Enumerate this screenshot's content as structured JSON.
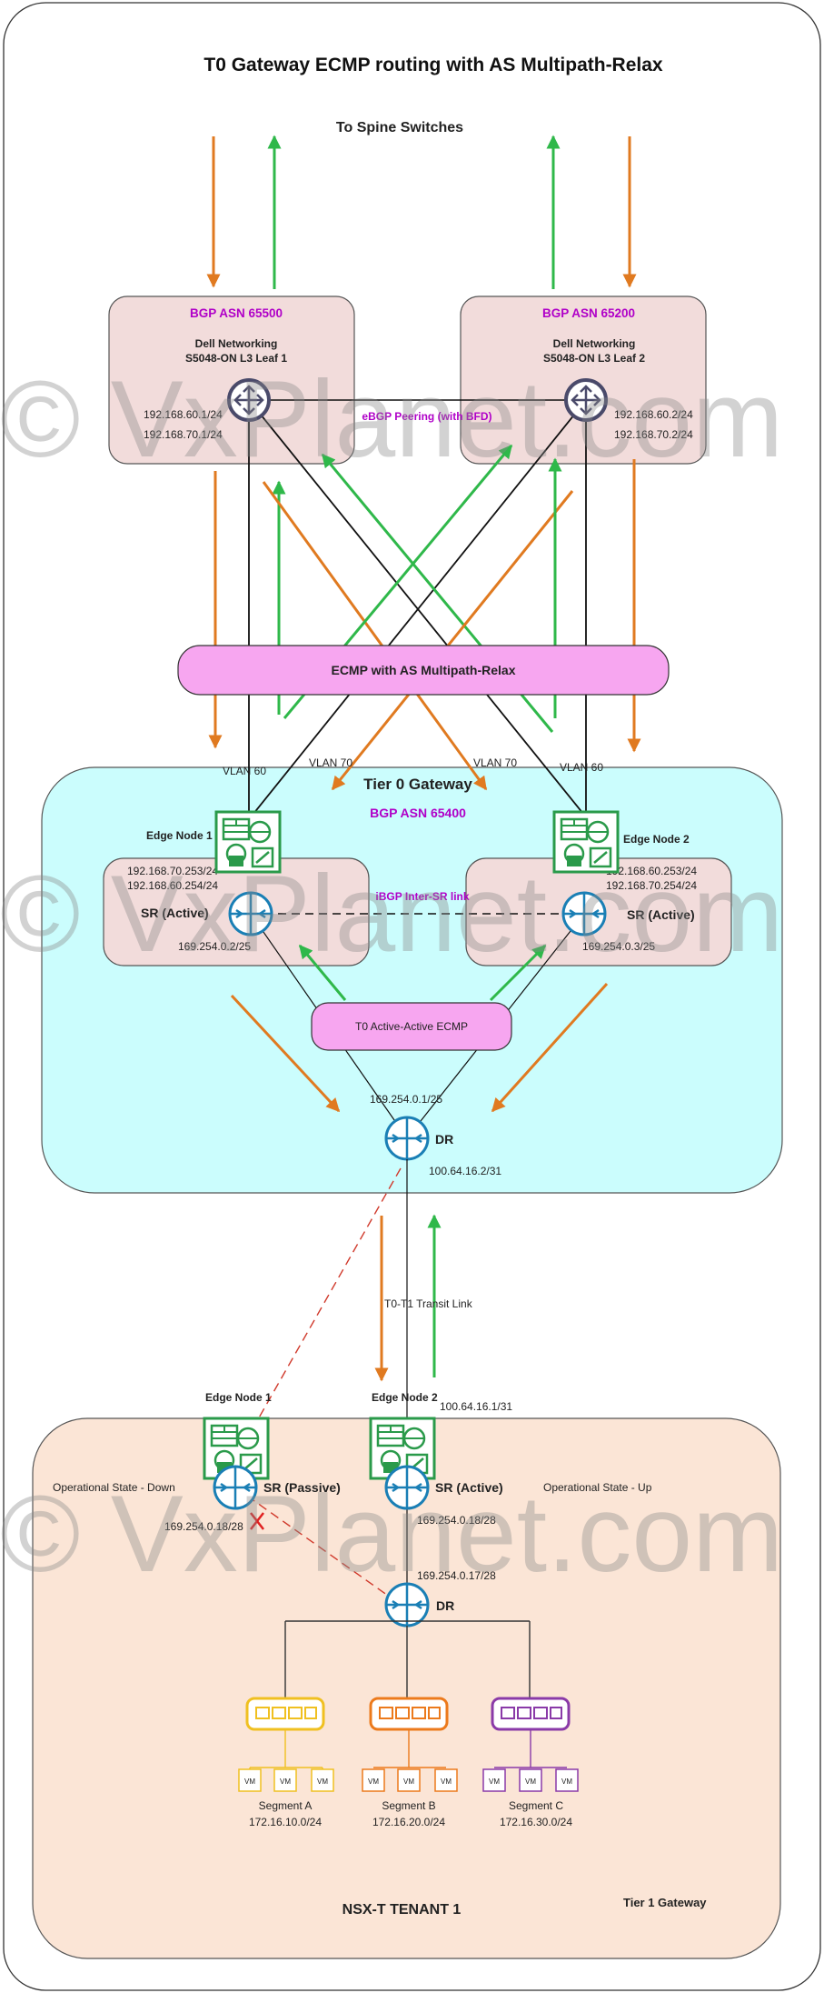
{
  "title": "T0 Gateway ECMP routing with AS Multipath-Relax",
  "spine_label": "To Spine Switches",
  "watermark": "© VxPlanet.com",
  "leaf1": {
    "asn": "BGP ASN 65500",
    "name_line1": "Dell Networking",
    "name_line2": "S5048-ON L3 Leaf 1",
    "ip1": "192.168.60.1/24",
    "ip2": "192.168.70.1/24"
  },
  "leaf2": {
    "asn": "BGP ASN 65200",
    "name_line1": "Dell Networking",
    "name_line2": "S5048-ON L3 Leaf 2",
    "ip1": "192.168.60.2/24",
    "ip2": "192.168.70.2/24"
  },
  "ebgp_label": "eBGP Peering (with BFD)",
  "ecmp_banner": "ECMP with AS Multipath-Relax",
  "vlans": {
    "v60_left": "VLAN 60",
    "v70_left": "VLAN 70",
    "v70_right": "VLAN 70",
    "v60_right": "VLAN 60"
  },
  "tier0": {
    "title": "Tier 0 Gateway",
    "asn": "BGP ASN 65400",
    "edge1": {
      "name": "Edge Node 1",
      "ip1": "192.168.70.253/24",
      "ip2": "192.168.60.254/24",
      "sr_label": "SR (Active)",
      "transit_ip": "169.254.0.2/25"
    },
    "edge2": {
      "name": "Edge Node 2",
      "ip1": "192.168.60.253/24",
      "ip2": "192.168.70.254/24",
      "sr_label": "SR (Active)",
      "transit_ip": "169.254.0.3/25"
    },
    "ibgp_label": "iBGP Inter-SR link",
    "ecmp_label": "T0 Active-Active ECMP",
    "dr_ip": "169.254.0.1/25",
    "dr_label": "DR",
    "uplink_ip": "100.64.16.2/31"
  },
  "transit_link_label": "T0-T1 Transit Link",
  "tier1": {
    "edge1": {
      "name": "Edge Node 1",
      "state": "Operational State - Down",
      "sr_label": "SR (Passive)",
      "ip": "169.254.0.18/28"
    },
    "edge2": {
      "name": "Edge Node 2",
      "state": "Operational State - Up",
      "sr_label": "SR (Active)",
      "ip": "169.254.0.18/28",
      "uplink_ip": "100.64.16.1/31"
    },
    "dr_ip": "169.254.0.17/28",
    "dr_label": "DR",
    "segments": [
      {
        "name": "Segment A",
        "subnet": "172.16.10.0/24",
        "color": "#f0c020"
      },
      {
        "name": "Segment B",
        "subnet": "172.16.20.0/24",
        "color": "#ec7a1c"
      },
      {
        "name": "Segment C",
        "subnet": "172.16.30.0/24",
        "color": "#8a3aa8"
      }
    ],
    "vm_label": "VM",
    "tenant_label": "NSX-T TENANT 1",
    "gateway_label": "Tier 1 Gateway"
  },
  "colors": {
    "orange_arrow": "#e07a20",
    "green_arrow": "#2fb84a",
    "router_blue": "#1a7fb5",
    "edge_green": "#2a9a4a",
    "leaf_box": "#f2dcdb",
    "tier0_bg": "#cbfdfd",
    "tier1_bg": "#fbe5d6",
    "banner_pink": "#f7a6f0"
  }
}
